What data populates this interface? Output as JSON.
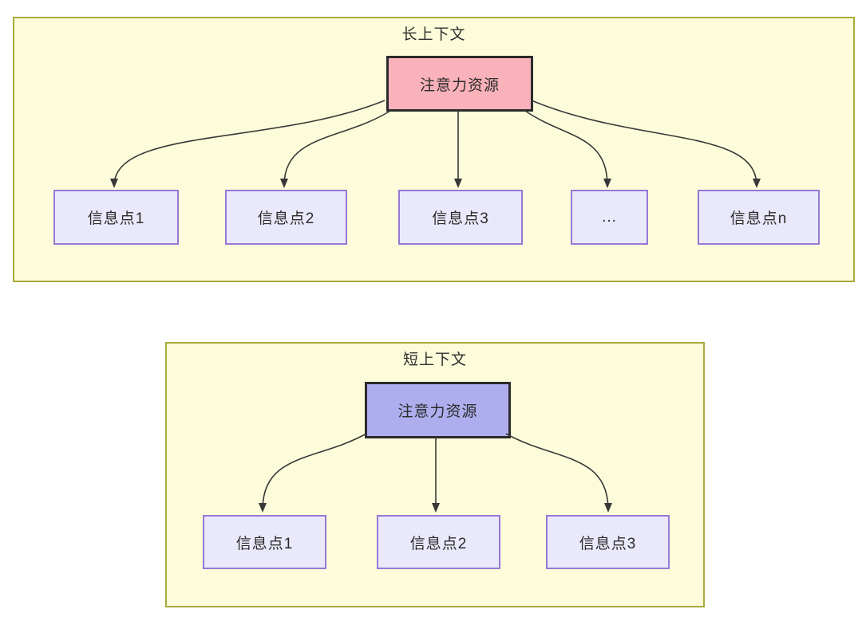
{
  "panels": {
    "long": {
      "title": "长上下文",
      "source_label": "注意力资源",
      "nodes": [
        "信息点1",
        "信息点2",
        "信息点3",
        "...",
        "信息点n"
      ]
    },
    "short": {
      "title": "短上下文",
      "source_label": "注意力资源",
      "nodes": [
        "信息点1",
        "信息点2",
        "信息点3"
      ]
    }
  },
  "colors": {
    "panel_background": "#FCFCDA",
    "panel_border": "#A9A93C",
    "long_source_fill": "#F9B2BA",
    "short_source_fill": "#AEAEEE",
    "source_border": "#2B2B2B",
    "node_fill": "#E9E9FB",
    "node_border": "#9678D6",
    "arrow": "#383838",
    "text": "#2B2B2B"
  }
}
